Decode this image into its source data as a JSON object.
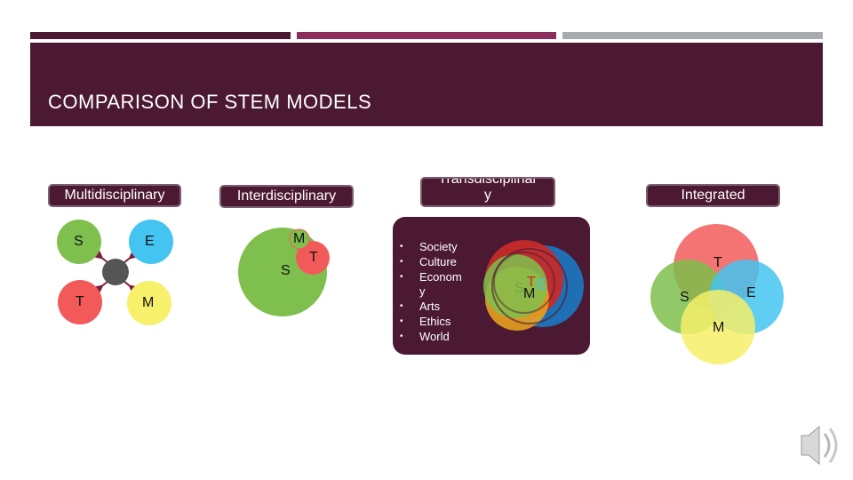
{
  "title": "COMPARISON OF STEM MODELS",
  "colors": {
    "header_bg": "#4c1932",
    "bar_dark": "#4c1932",
    "bar_mid": "#8b2e5e",
    "bar_light": "#a8acb0",
    "science": "#7fbf4d",
    "technology": "#f25a5a",
    "engineering": "#44c4f0",
    "mathematics": "#f6f06a"
  },
  "models": {
    "multidisciplinary": {
      "label": "Multidisciplinary",
      "s": "S",
      "e": "E",
      "t": "T",
      "m": "M"
    },
    "interdisciplinary": {
      "label": "Interdisciplinary",
      "m": "M",
      "s": "S",
      "t": "T"
    },
    "transdisciplinary": {
      "label": "Transdisciplinar y",
      "items": [
        "Society",
        "Culture",
        "Econom",
        "y",
        "Arts",
        "Ethics",
        "World"
      ],
      "letters": {
        "s": "S",
        "t": "T",
        "e": "E",
        "m": "M"
      }
    },
    "integrated": {
      "label": "Integrated",
      "t": "T",
      "s": "S",
      "e": "E",
      "m": "M"
    }
  },
  "audio_icon": "speaker-icon"
}
